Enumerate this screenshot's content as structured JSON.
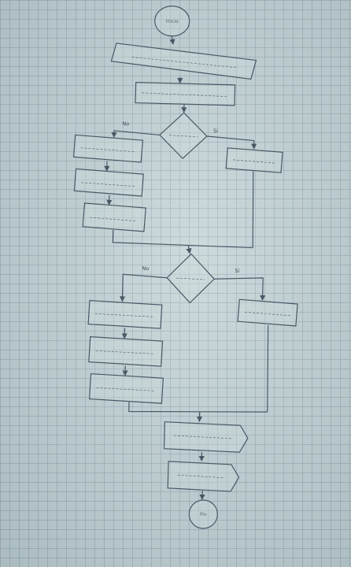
{
  "diagram": {
    "start_label": "Inicio",
    "end_label": "Fin",
    "decision1": {
      "yes_label": "Si",
      "no_label": "No"
    },
    "decision2": {
      "yes_label": "Si",
      "no_label": "No"
    }
  },
  "colors": {
    "paper": "#c3d3d6",
    "ink": "#4a5866"
  }
}
